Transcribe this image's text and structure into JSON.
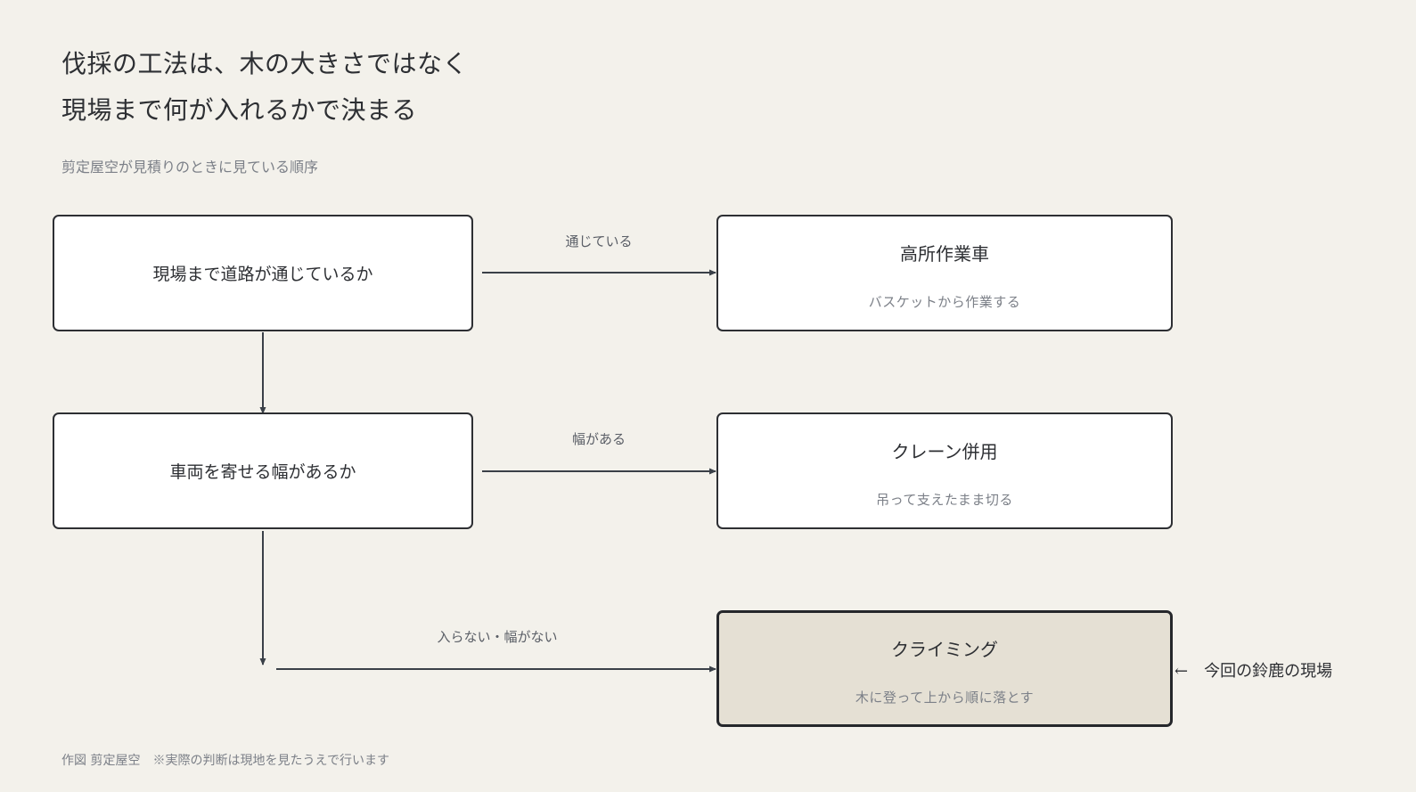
{
  "title": {
    "line1": "伐採の工法は、木の大きさではなく",
    "line2": "現場まで何が入れるかで決まる"
  },
  "subtitle": "剪定屋空が見積りのときに見ている順序",
  "questions": [
    {
      "text": "現場まで道路が通じているか"
    },
    {
      "text": "車両を寄せる幅があるか"
    }
  ],
  "results": [
    {
      "title": "高所作業車",
      "desc": "バスケットから作業する"
    },
    {
      "title": "クレーン併用",
      "desc": "吊って支えたまま切る"
    },
    {
      "title": "クライミング",
      "desc": "木に登って上から順に落とす"
    }
  ],
  "edges": {
    "road_ok": "通じている",
    "width_ok": "幅がある",
    "no_access": "入らない・幅がない"
  },
  "note": {
    "arrow": "←",
    "text": "今回の鈴鹿の現場"
  },
  "footer": "作図 剪定屋空　※実際の判断は現地を見たうえで行います",
  "colors": {
    "background": "#f3f1eb",
    "box_fill": "#ffffff",
    "highlight_fill": "#e5e0d4",
    "line": "#3a4048",
    "muted_text": "#7c8088"
  }
}
